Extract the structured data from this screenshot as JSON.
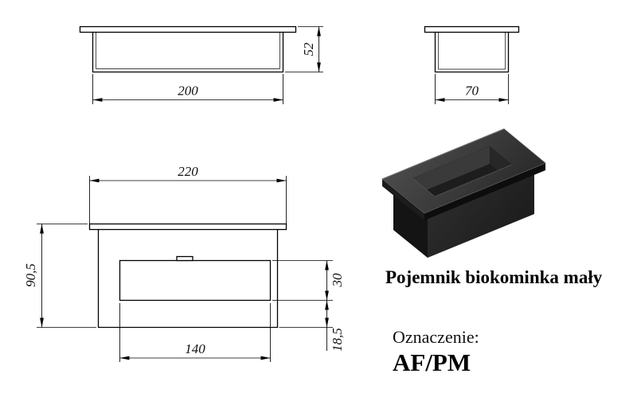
{
  "sheet": {
    "background": "#ffffff",
    "line_color": "#000000",
    "render_colors": {
      "flange_top": "#3f3f3f",
      "body_front": "#262626",
      "slot_hole": "#0a0a0a"
    }
  },
  "caption": {
    "product_name": "Pojemnik biokominka mały",
    "designation_label": "Oznaczenie:",
    "designation_code": "AF/PM"
  },
  "views": {
    "front": {
      "name": "front-view",
      "width": "200",
      "height": "52"
    },
    "side": {
      "name": "side-view",
      "width": "70"
    },
    "section": {
      "name": "section-view",
      "flange_width": "220",
      "total_height": "90,5",
      "burner_width": "140",
      "burner_height": "30",
      "bottom_offset": "18,5"
    },
    "iso": {
      "name": "isometric-render"
    }
  }
}
